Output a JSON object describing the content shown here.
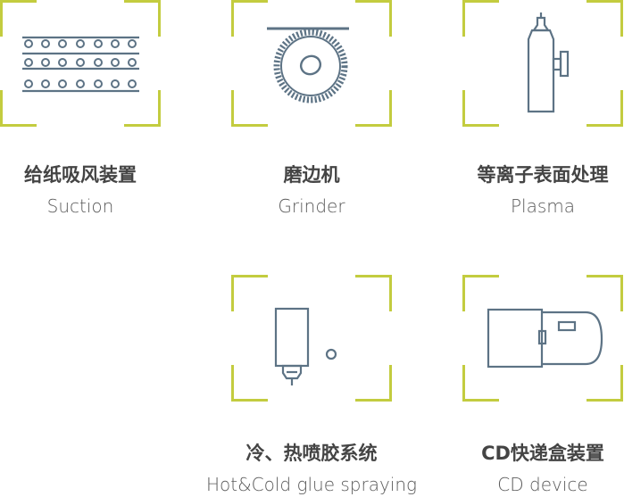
{
  "items": [
    {
      "title": "给纸吸风装置",
      "subtitle": "Suction"
    },
    {
      "title": "磨边机",
      "subtitle": "Grinder"
    },
    {
      "title": "等离子表面处理",
      "subtitle": "Plasma"
    },
    {
      "title": "冷、热喷胶系统",
      "subtitle": "Hot&Cold glue spraying"
    },
    {
      "title": "CD快递盒装置",
      "subtitle": "CD device"
    }
  ],
  "colors": {
    "frame": "#c3cc3f",
    "icon": "#5d7385",
    "text": "#444444"
  },
  "icons": [
    "suction-icon",
    "grinder-icon",
    "plasma-icon",
    "glue-spray-icon",
    "cd-device-icon"
  ]
}
